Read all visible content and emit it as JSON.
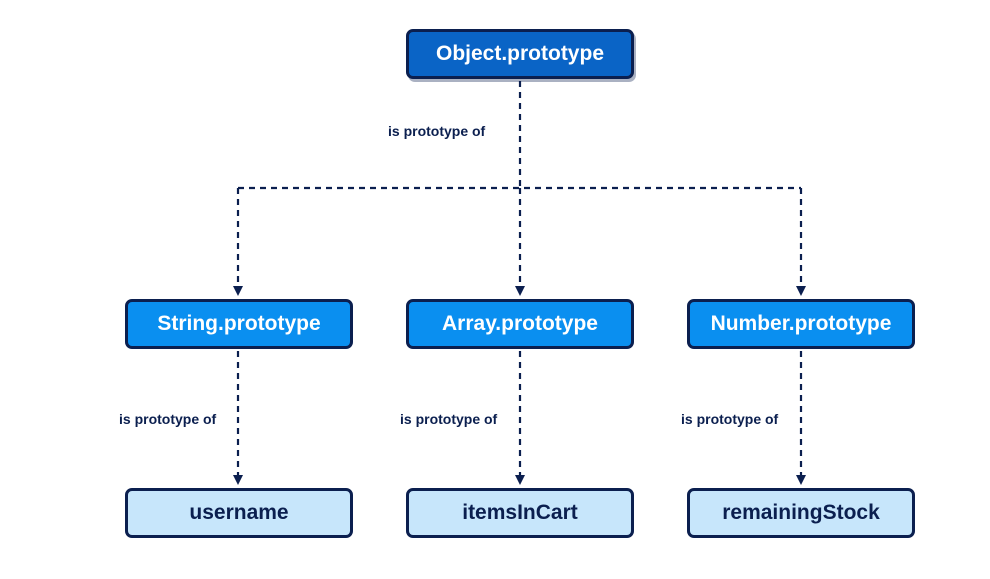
{
  "diagram": {
    "root": {
      "label": "Object.prototype"
    },
    "root_edge_label": "is prototype of",
    "children": [
      {
        "label": "String.prototype",
        "edge_label": "is prototype of",
        "leaf": "username"
      },
      {
        "label": "Array.prototype",
        "edge_label": "is prototype of",
        "leaf": "itemsInCart"
      },
      {
        "label": "Number.prototype",
        "edge_label": "is prototype of",
        "leaf": "remainingStock"
      }
    ]
  },
  "colors": {
    "root_fill": "#0a64c6",
    "prototype_fill": "#0a8ff0",
    "leaf_fill": "#c7e6fb",
    "stroke": "#0b1f4f"
  }
}
